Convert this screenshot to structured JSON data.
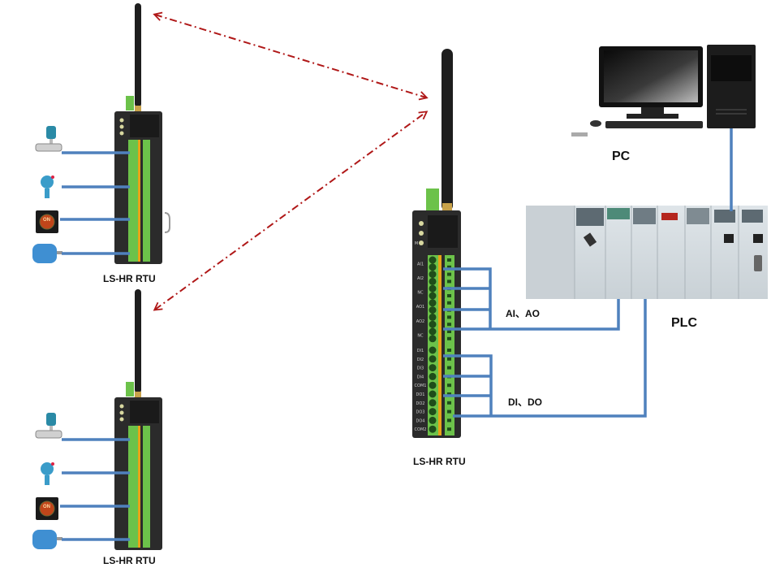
{
  "diagram": {
    "title": "LS-HR RTU wireless network with PLC and PC",
    "colors": {
      "wire": "#4f81bd",
      "wireless_link": "#b01818",
      "rtu_body": "#2b2b2b",
      "terminal_green": "#6cc24a",
      "terminal_orange": "#e8a317",
      "antenna": "#1e1e1e",
      "plc_body": "#d6dde2"
    },
    "nodes": {
      "rtu_left_top": {
        "label": "LS-HR RTU"
      },
      "rtu_left_bottom": {
        "label": "LS-HR RTU"
      },
      "rtu_center": {
        "label": "LS-HR RTU",
        "status_leds": [
          "",
          "",
          "M"
        ],
        "terminals_upper": [
          "AI1",
          "AI2",
          "NC",
          "AO1",
          "AO2",
          "NC"
        ],
        "terminals_lower": [
          "DI1",
          "DI2",
          "DI3",
          "DI4",
          "COM1",
          "DO1",
          "DO2",
          "DO3",
          "DO4",
          "COM2"
        ]
      },
      "pc": {
        "label": "PC"
      },
      "plc": {
        "label": "PLC"
      }
    },
    "field_devices": [
      {
        "name": "flow-meter",
        "kind": "flow transmitter"
      },
      {
        "name": "pressure-transmitter",
        "kind": "pressure transmitter"
      },
      {
        "name": "on-indicator",
        "kind": "ON indicator light",
        "text": "ON"
      },
      {
        "name": "motor",
        "kind": "electric motor"
      }
    ],
    "connections": {
      "analog": {
        "label": "AI、AO"
      },
      "digital": {
        "label": "DI、DO"
      }
    },
    "wireless_links": [
      {
        "from": "rtu_left_top",
        "to": "rtu_center",
        "style": "dash-dot, bidirectional"
      },
      {
        "from": "rtu_left_bottom",
        "to": "rtu_center",
        "style": "dash-dot, bidirectional"
      }
    ]
  }
}
